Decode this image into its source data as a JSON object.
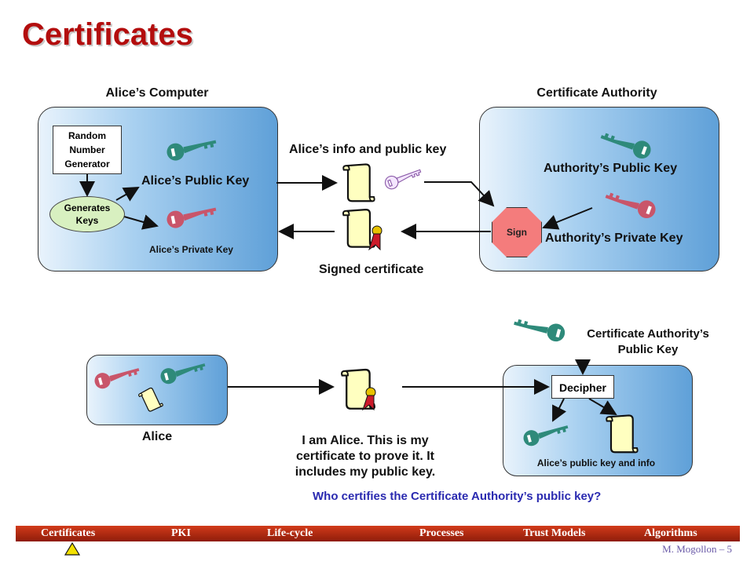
{
  "title": "Certificates",
  "top": {
    "alice_computer_label": "Alice’s Computer",
    "ca_label": "Certificate Authority",
    "rng": [
      "Random",
      "Number",
      "Generator"
    ],
    "generates": [
      "Generates",
      "Keys"
    ],
    "alice_public_key": "Alice’s Public Key",
    "alice_private_key": "Alice’s Private Key",
    "info_and_key": "Alice’s info and public key",
    "signed_certificate": "Signed certificate",
    "sign": "Sign",
    "authority_public_key": "Authority’s Public Key",
    "authority_private_key": "Authority’s Private Key"
  },
  "bottom": {
    "ca_public_key": [
      "Certificate Authority’s",
      "Public Key"
    ],
    "decipher": "Decipher",
    "alice_label": "Alice",
    "alice_statement": [
      "I am Alice. This is my",
      "certificate to prove it. It",
      "includes my public key."
    ],
    "public_key_and_info": "Alice’s public key and info",
    "question": "Who certifies the Certificate Authority’s public key?"
  },
  "nav": {
    "items": [
      "Certificates",
      "PKI",
      "Life-cycle",
      "Processes",
      "Trust Models",
      "Algorithms"
    ]
  },
  "footer": "M. Mogollon – 5",
  "colors": {
    "title": "#b30d0d",
    "green_key": "#2e8a7a",
    "red_key": "#c9556a",
    "question": "#2a2ab0",
    "navbar": "#b02a12"
  }
}
